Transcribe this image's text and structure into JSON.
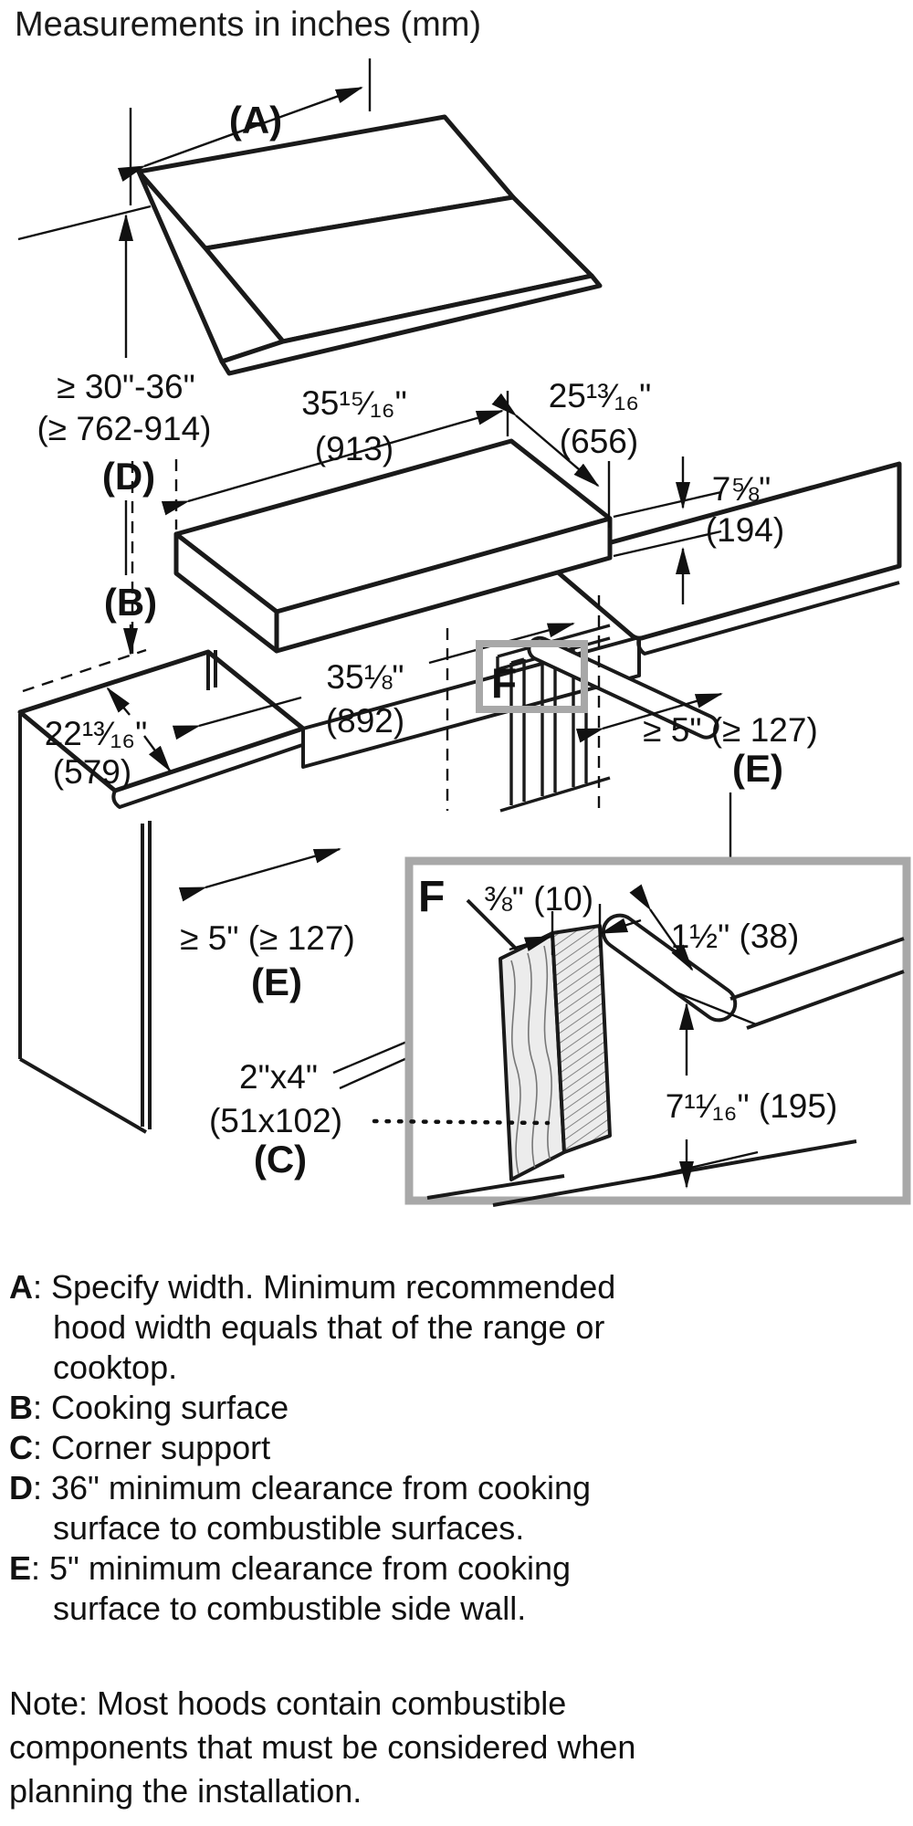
{
  "title": "Measurements in inches (mm)",
  "ui": {
    "colon": ": "
  },
  "diagram": {
    "hood_width_label": "(A)",
    "mount_height_in": "≥ 30\"-36\"",
    "mount_height_mm": "(≥ 762-914)",
    "mount_height_label": "(D)",
    "cooking_surface_label": "(B)",
    "hood_bottom_width_in": "35¹⁵⁄₁₆\"",
    "hood_bottom_width_mm": "(913)",
    "hood_bottom_depth_in": "25¹³⁄₁₆\"",
    "hood_bottom_depth_mm": "(656)",
    "hood_bottom_height_in": "7⅝\"",
    "hood_bottom_height_mm": "(194)",
    "opening_width_in": "35⅛\"",
    "opening_width_mm": "(892)",
    "counter_depth_in": "22¹³⁄₁₆\"",
    "counter_depth_mm": "(579)",
    "side_clearance_left": "≥ 5\" (≥ 127)",
    "side_clearance_left_label": "(E)",
    "side_clearance_right": "≥ 5\" (≥ 127)",
    "side_clearance_right_label": "(E)",
    "corner_support_size": "2\"x4\"",
    "corner_support_mm": "(51x102)",
    "corner_support_label": "(C)",
    "detail_ref": "F",
    "inset": {
      "label": "F",
      "drywall_thickness": "⅜\" (10)",
      "support_width": "1½\" (38)",
      "support_height": "7¹¹⁄₁₆\" (195)"
    }
  },
  "legend": [
    {
      "label": "A",
      "text": "Specify width. Minimum recommended hood width equals that of the range or cooktop."
    },
    {
      "label": "B",
      "text": "Cooking surface"
    },
    {
      "label": "C",
      "text": "Corner support"
    },
    {
      "label": "D",
      "text": "36\" minimum clearance from cooking surface to combustible surfaces."
    },
    {
      "label": "E",
      "text": "5\" minimum clearance from cooking surface to combustible side wall."
    }
  ],
  "note": "Note: Most hoods contain combustible components that must be considered when planning the installation."
}
